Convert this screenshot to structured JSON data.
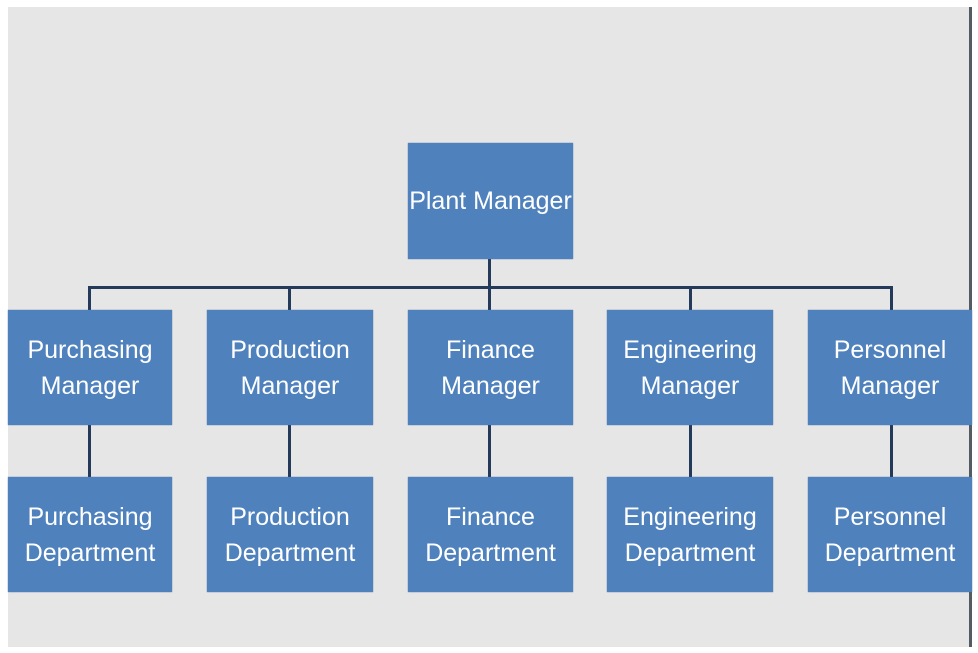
{
  "chart": {
    "root": {
      "label": "Plant Manager"
    },
    "managers": [
      {
        "line1": "Purchasing",
        "line2": "Manager"
      },
      {
        "line1": "Production",
        "line2": "Manager"
      },
      {
        "line1": "Finance",
        "line2": "Manager"
      },
      {
        "line1": "Engineering",
        "line2": "Manager"
      },
      {
        "line1": "Personnel",
        "line2": "Manager"
      }
    ],
    "departments": [
      {
        "line1": "Purchasing",
        "line2": "Department"
      },
      {
        "line1": "Production",
        "line2": "Department"
      },
      {
        "line1": "Finance",
        "line2": "Department"
      },
      {
        "line1": "Engineering",
        "line2": "Department"
      },
      {
        "line1": "Personnel",
        "line2": "Department"
      }
    ],
    "colors": {
      "box": "#4f81bd",
      "connector": "#243a5a",
      "background": "#e6e6e6"
    }
  }
}
